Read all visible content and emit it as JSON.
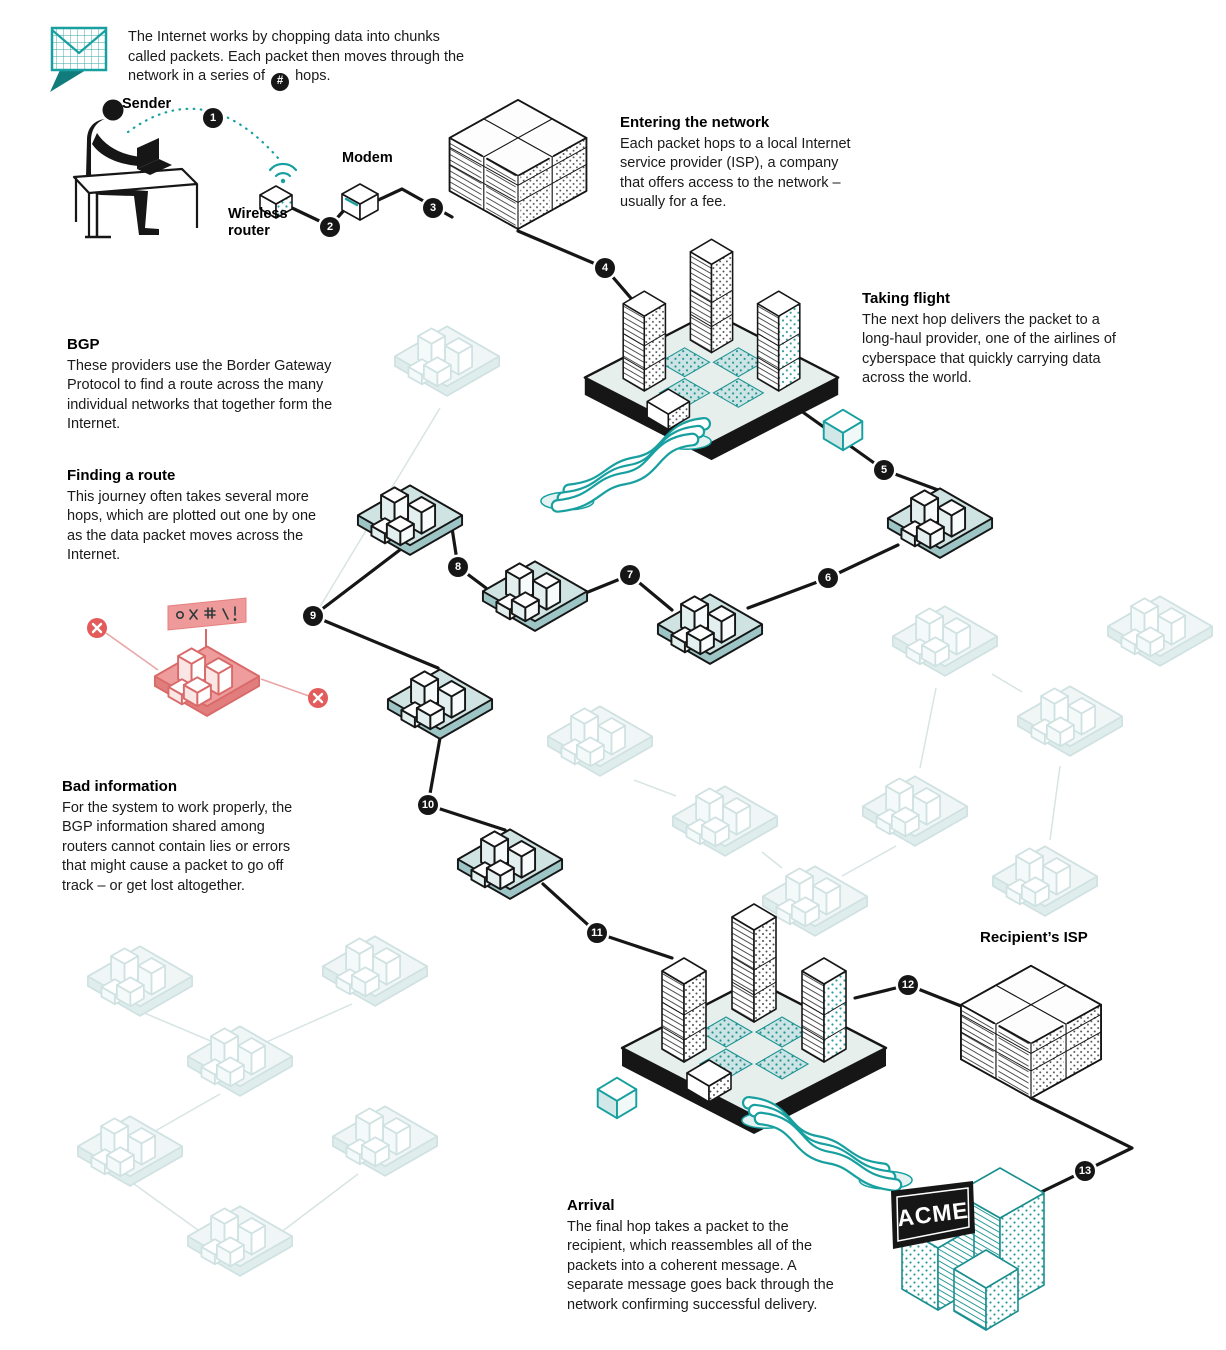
{
  "intro": {
    "icon": "envelope-grid-icon",
    "text_before_badge": "The Internet works by chopping data into chunks called packets. Each packet then moves through the network in a series of",
    "badge": "#",
    "text_after_badge": "hops."
  },
  "labels": {
    "sender": "Sender",
    "wireless_router": "Wireless router",
    "modem": "Modem"
  },
  "sections": {
    "entering_network": {
      "title": "Entering the network",
      "body": "Each packet hops to a local Internet service provider (ISP), a company that offers access to the network – usually for a fee."
    },
    "taking_flight": {
      "title": "Taking flight",
      "body": "The next hop delivers the packet to a long-haul provider, one of the airlines of cyberspace that quickly carrying data across the world."
    },
    "bgp": {
      "title": "BGP",
      "body": "These providers use the Border Gateway Protocol to find a route across the many individual networks that together form the Internet."
    },
    "finding_route": {
      "title": "Finding a route",
      "body": "This journey often takes several more hops, which are plotted out one by one as the data packet moves across the Internet."
    },
    "bad_information": {
      "title": "Bad information",
      "body": "For the system to work properly, the BGP information shared among routers cannot contain lies or errors that might cause a packet to go off track – or get lost altogether."
    },
    "recipients_isp": {
      "title": "Recipient’s ISP"
    },
    "arrival": {
      "title": "Arrival",
      "body": "The final hop takes a packet to the recipient, which reassembles all of the packets into a coherent message. A separate message goes back through the network confirming successful delivery."
    }
  },
  "acme_sign": "ACME",
  "hops": [
    "1",
    "2",
    "3",
    "4",
    "5",
    "6",
    "7",
    "8",
    "9",
    "10",
    "11",
    "12",
    "13"
  ],
  "icons": {
    "error_x": "✕",
    "hash_badge": "#"
  },
  "colors": {
    "teal": "#18a0a0",
    "black": "#161616",
    "red_badge": "#e25c5c",
    "pink": "#ef9a9a",
    "faint": "#d9e8e8"
  }
}
